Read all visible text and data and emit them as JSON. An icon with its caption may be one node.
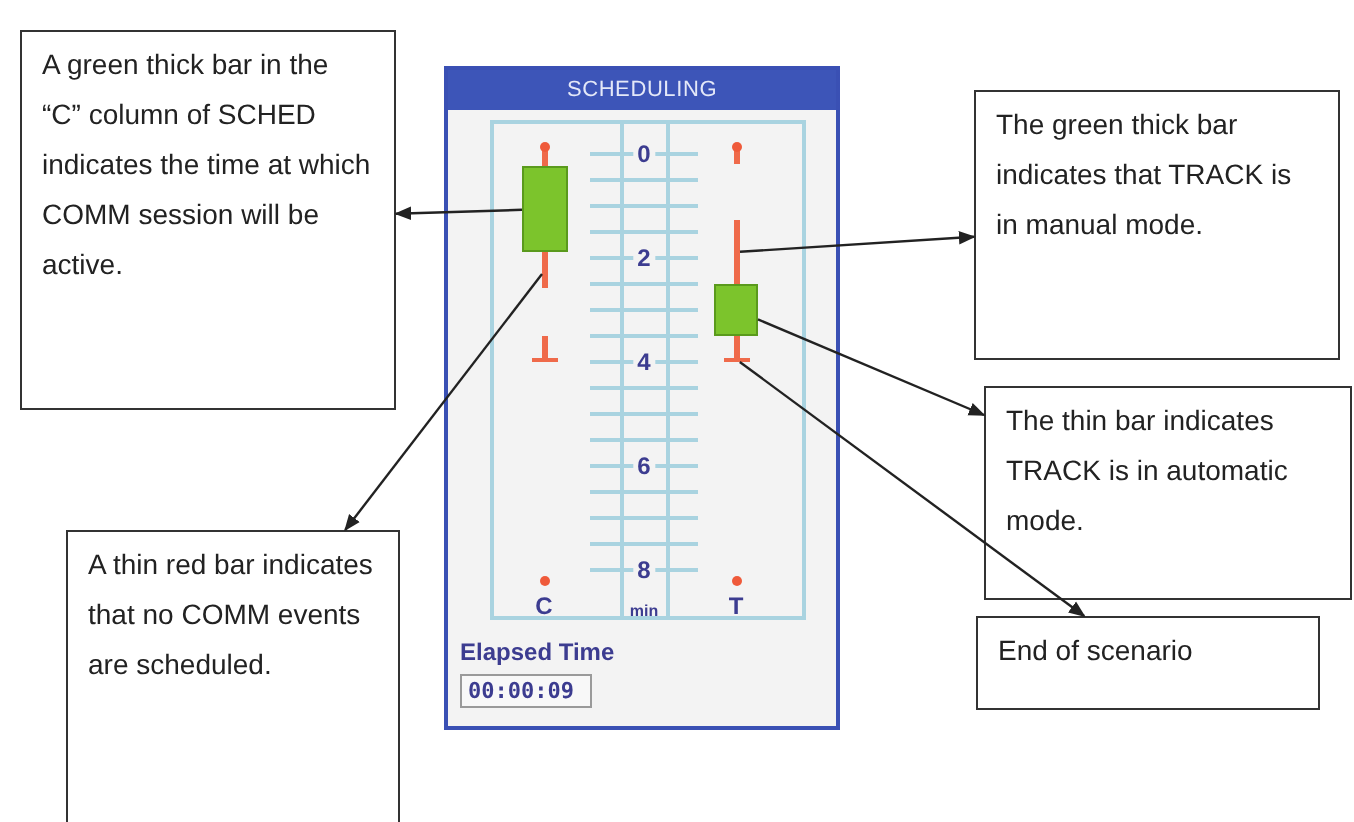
{
  "diagram": {
    "nodes": [
      {
        "text": [
          "A green thick bar in the “C” column of SCHED indicates the time at which COMM session will be active."
        ]
      },
      {
        "text": [
          "SCHEDULING"
        ]
      },
      {
        "text": [],
        "shape": "bar",
        "in": 1
      },
      {
        "text": [],
        "shape": "bar",
        "in": 1
      },
      {
        "text": [],
        "shape": "bar",
        "in": 1
      },
      {
        "text": [],
        "shape": "bar",
        "in": 1
      },
      {
        "text": [],
        "shape": "bar",
        "in": 1
      },
      {
        "text": [
          "The green thick bar indicates that TRACK is in manual mode."
        ]
      },
      {
        "text": [
          "The thin bar indicates TRACK is in automatic mode."
        ]
      },
      {
        "text": [
          "End of scenario"
        ]
      },
      {
        "text": [
          "A thin red bar indicates that no COMM events are scheduled."
        ]
      }
    ],
    "edges": [
      {
        "from": 2,
        "to": 0,
        "arrow": "to"
      },
      {
        "from": 3,
        "to": 10,
        "arrow": "to"
      },
      {
        "from": 4,
        "to": 7,
        "arrow": "to"
      },
      {
        "from": 5,
        "to": 8,
        "arrow": "to"
      },
      {
        "from": 6,
        "to": 9,
        "arrow": "to"
      }
    ],
    "labels": [
      "0",
      "2",
      "4",
      "6",
      "8",
      "C",
      "min",
      "T",
      "Elapsed Time",
      "00:00:09"
    ]
  }
}
